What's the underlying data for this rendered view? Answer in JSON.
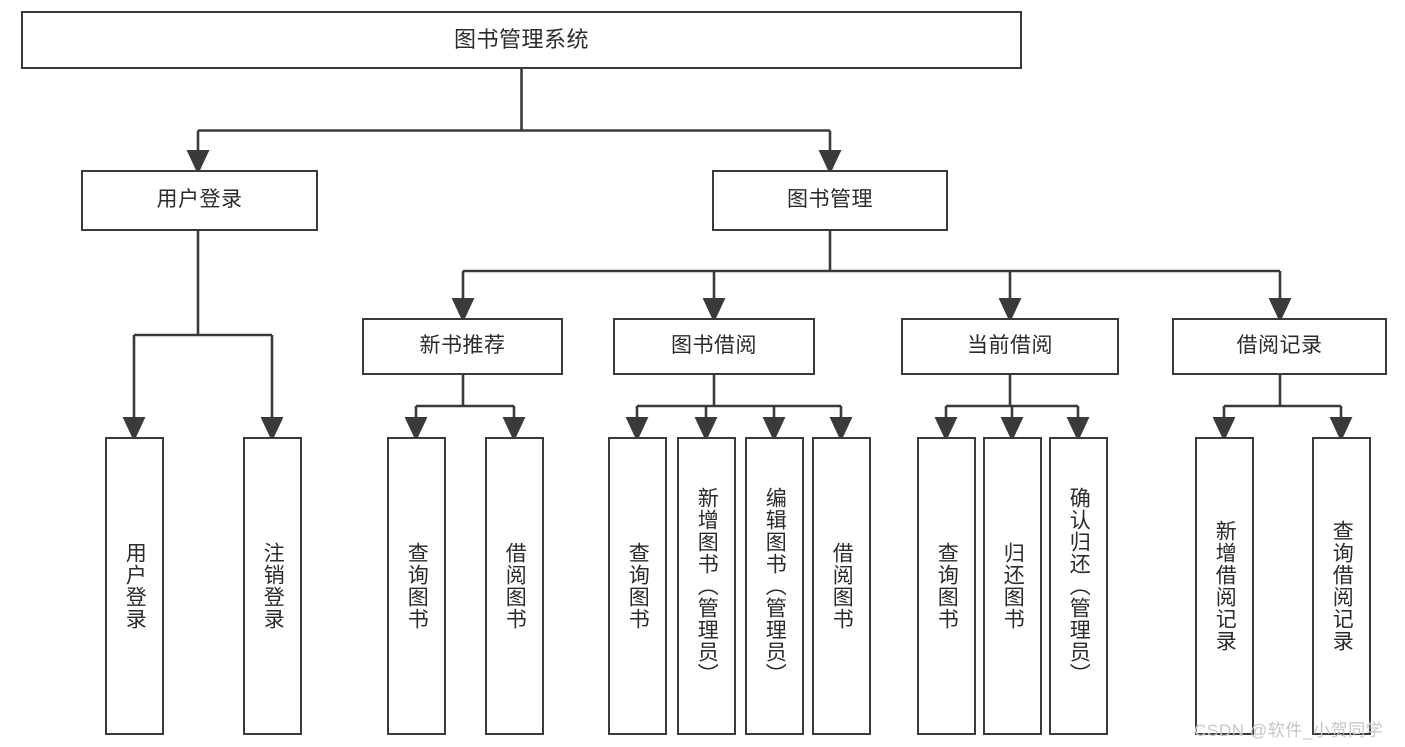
{
  "diagram": {
    "title": "图书管理系统",
    "type": "tree",
    "stroke_color": "#3a3a3a",
    "fill_color": "#ffffff",
    "text_color": "#2b2b2b",
    "watermark": "CSDN @软件_小贺同学"
  },
  "nodes": {
    "root": {
      "label": "图书管理系统"
    },
    "tier2": [
      {
        "id": "user-login",
        "label": "用户登录"
      },
      {
        "id": "book-management",
        "label": "图书管理"
      }
    ],
    "tier3": [
      {
        "id": "new-book-recommend",
        "label": "新书推荐"
      },
      {
        "id": "book-borrow",
        "label": "图书借阅"
      },
      {
        "id": "current-borrow",
        "label": "当前借阅"
      },
      {
        "id": "borrow-record",
        "label": "借阅记录"
      }
    ],
    "leaves": {
      "user_login": [
        {
          "id": "leaf-user-login",
          "label": "用户登录"
        },
        {
          "id": "leaf-logout-login",
          "label": "注销登录"
        }
      ],
      "new_book_recommend": [
        {
          "id": "leaf-query-book-1",
          "label": "查询图书"
        },
        {
          "id": "leaf-borrow-book-1",
          "label": "借阅图书"
        }
      ],
      "book_borrow": [
        {
          "id": "leaf-query-book-2",
          "label": "查询图书"
        },
        {
          "id": "leaf-add-book",
          "label": "新增图书（管理员）"
        },
        {
          "id": "leaf-edit-book",
          "label": "编辑图书（管理员）"
        },
        {
          "id": "leaf-borrow-book-2",
          "label": "借阅图书"
        }
      ],
      "current_borrow": [
        {
          "id": "leaf-query-book-3",
          "label": "查询图书"
        },
        {
          "id": "leaf-return-book",
          "label": "归还图书"
        },
        {
          "id": "leaf-confirm-return",
          "label": "确认归还（管理员）"
        }
      ],
      "borrow_record": [
        {
          "id": "leaf-add-record",
          "label": "新增借阅记录"
        },
        {
          "id": "leaf-query-record",
          "label": "查询借阅记录"
        }
      ]
    }
  },
  "chart_data": {
    "type": "tree",
    "title": "图书管理系统",
    "hierarchy": [
      {
        "label": "图书管理系统",
        "children": [
          {
            "label": "用户登录",
            "children": [
              {
                "label": "用户登录"
              },
              {
                "label": "注销登录"
              }
            ]
          },
          {
            "label": "图书管理",
            "children": [
              {
                "label": "新书推荐",
                "children": [
                  {
                    "label": "查询图书"
                  },
                  {
                    "label": "借阅图书"
                  }
                ]
              },
              {
                "label": "图书借阅",
                "children": [
                  {
                    "label": "查询图书"
                  },
                  {
                    "label": "新增图书（管理员）"
                  },
                  {
                    "label": "编辑图书（管理员）"
                  },
                  {
                    "label": "借阅图书"
                  }
                ]
              },
              {
                "label": "当前借阅",
                "children": [
                  {
                    "label": "查询图书"
                  },
                  {
                    "label": "归还图书"
                  },
                  {
                    "label": "确认归还（管理员）"
                  }
                ]
              },
              {
                "label": "借阅记录",
                "children": [
                  {
                    "label": "新增借阅记录"
                  },
                  {
                    "label": "查询借阅记录"
                  }
                ]
              }
            ]
          }
        ]
      }
    ],
    "levels": 4,
    "node_count": 18
  }
}
